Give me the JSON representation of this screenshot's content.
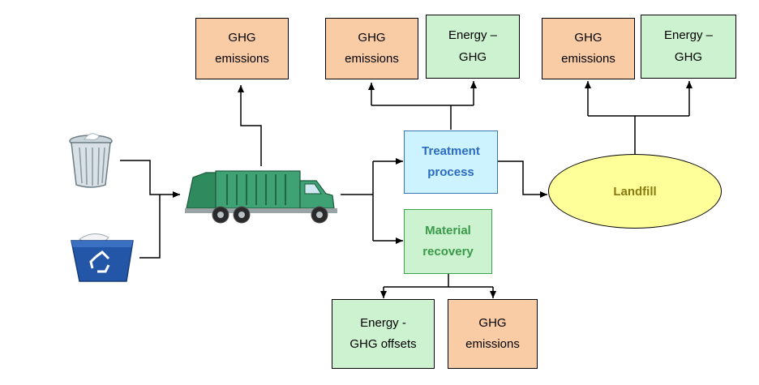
{
  "nodes": {
    "ghg_truck": "GHG\nemissions",
    "ghg_treatment": "GHG\nemissions",
    "energy_treatment": "Energy –\nGHG",
    "ghg_landfill": "GHG\nemissions",
    "energy_landfill": "Energy –\nGHG",
    "treatment": "Treatment\nprocess",
    "material_recovery": "Material\nrecovery",
    "landfill": "Landfill",
    "energy_offsets": "Energy -\nGHG offsets",
    "ghg_recovery": "GHG\nemissions"
  },
  "colors": {
    "emissions_fill": "#f9cca5",
    "energy_fill": "#ccf2cf",
    "treatment_fill": "#ccf3ff",
    "landfill_fill": "#ffff99",
    "truck_body": "#3a9a6e"
  },
  "icons": [
    "trash-can-icon",
    "recycling-bin-icon",
    "garbage-truck-icon"
  ]
}
